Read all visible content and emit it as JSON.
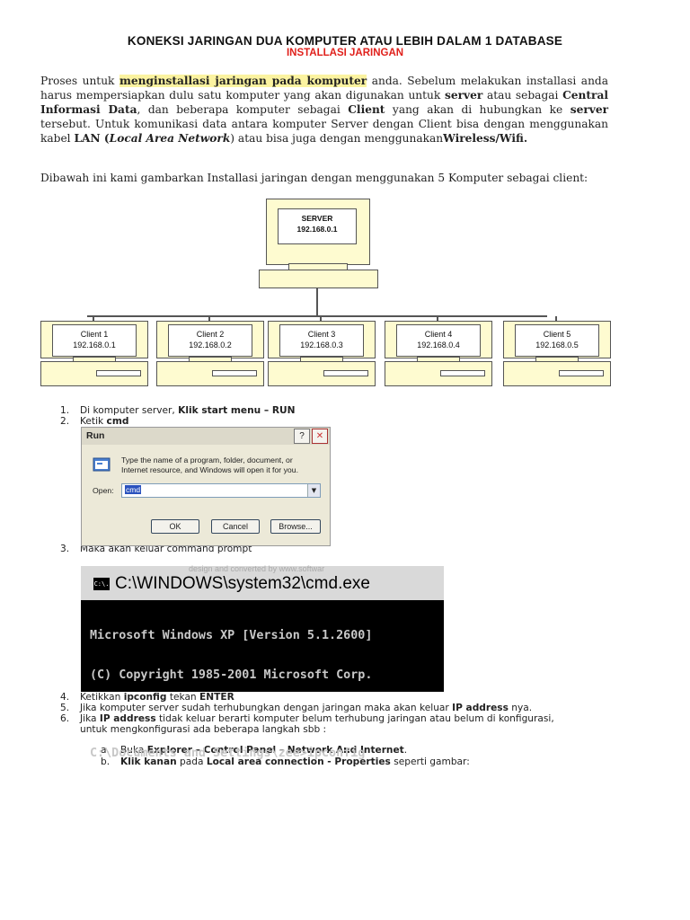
{
  "heading": {
    "title": "KONEKSI JARINGAN DUA KOMPUTER ATAU LEBIH DALAM 1 DATABASE",
    "subtitle": "INSTALLASI JARINGAN"
  },
  "intro": {
    "p1_a": "Proses untuk ",
    "p1_hl": "menginstallasi jaringan pada komputer",
    "p1_b": " anda. Sebelum melakukan installasi anda harus mempersiapkan dulu satu komputer yang akan digunakan untuk ",
    "p1_server": "server",
    "p1_c": " atau sebagai ",
    "p1_cid": "Central Informasi Data",
    "p1_d": ", dan beberapa komputer sebagai ",
    "p1_client": "Client",
    "p1_e": " yang akan di hubungkan ke ",
    "p1_server2": "server",
    "p1_f": " tersebut. Untuk komunikasi data antara komputer Server dengan Client bisa dengan menggunakan kabel ",
    "p1_lan": "LAN",
    "p1_g": " (",
    "p1_lan_full": "Local Area Network",
    "p1_h": ") atau bisa juga dengan menggunakan",
    "p1_wifi": "Wireless/Wifi.",
    "p2": "Dibawah ini kami gambarkan Installasi jaringan dengan menggunakan 5 Komputer sebagai client:"
  },
  "diagram": {
    "server": {
      "name": "SERVER",
      "ip": "192.168.0.1"
    },
    "clients": [
      {
        "name": "Client 1",
        "ip": "192.168.0.1"
      },
      {
        "name": "Client 2",
        "ip": "192.168.0.2"
      },
      {
        "name": "Client 3",
        "ip": "192.168.0.3"
      },
      {
        "name": "Client 4",
        "ip": "192.168.0.4"
      },
      {
        "name": "Client 5",
        "ip": "192.168.0.5"
      }
    ]
  },
  "steps": [
    {
      "num": "1.",
      "a": "Di komputer server, ",
      "b": "Klik start menu – RUN"
    },
    {
      "num": "2.",
      "a": "Ketik ",
      "b": "cmd"
    },
    {
      "num": "3.",
      "a": "Maka akan keluar command prompt"
    },
    {
      "num": "4.",
      "a": "Ketikkan ",
      "b": "ipconfig",
      "c": " tekan ",
      "d": "ENTER"
    },
    {
      "num": "5.",
      "a": "Jika komputer server sudah terhubungkan dengan jaringan maka akan keluar ",
      "b": "IP address",
      "c": " nya."
    },
    {
      "num": "6.",
      "a": "Jika ",
      "b": "IP address",
      "c": " tidak keluar berarti komputer belum terhubung jaringan atau belum di konfigurasi,",
      "line2": "untuk mengkonfigurasi ada beberapa langkah sbb :"
    }
  ],
  "substeps": [
    {
      "num": "a.",
      "a": "Buka ",
      "b": "Explorer – Control Panel – Network And Internet",
      "c": "."
    },
    {
      "num": "b.",
      "a": "Klik kanan",
      "b": " pada ",
      "c": "Local area connection - Properties",
      "d": " seperti gambar:"
    }
  ],
  "run_dialog": {
    "title": "Run",
    "help": "?",
    "close": "✕",
    "description": "Type the name of a program, folder, document, or Internet resource, and Windows will open it for you.",
    "open_label": "Open:",
    "open_value": "cmd",
    "ok": "OK",
    "cancel": "Cancel",
    "browse": "Browse..."
  },
  "cmd_window": {
    "title": "C:\\WINDOWS\\system32\\cmd.exe",
    "icon_text": "C:\\.",
    "watermark": "design and converted by www.softwar",
    "lines": [
      "Microsoft Windows XP [Version 5.1.2600]",
      "(C) Copyright 1985-2001 Microsoft Corp.",
      "",
      "C:\\Documents and Settings\\zee>ipconfig"
    ]
  }
}
